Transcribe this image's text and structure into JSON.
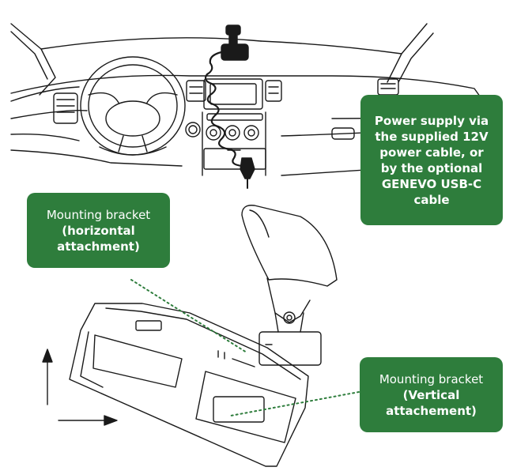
{
  "callouts": {
    "power_supply": {
      "lines": [
        "Power supply via",
        "the supplied 12V",
        "power cable, or",
        "by the optional",
        "GENEVO USB-C",
        "cable"
      ]
    },
    "horizontal_bracket": {
      "title": "Mounting bracket",
      "detail_lines": [
        "(horizontal",
        "attachment)"
      ]
    },
    "vertical_bracket": {
      "title": "Mounting bracket",
      "detail_lines": [
        "(Vertical",
        "attachement)"
      ]
    }
  },
  "colors": {
    "callout_background": "#2e7d3c",
    "callout_text": "#ffffff",
    "line_art": "#1a1a1a",
    "leader_line": "#2e7d3c"
  },
  "icons": [
    "steering-wheel-icon",
    "dash-camera-icon",
    "suction-mount-icon",
    "arrow-up-icon",
    "arrow-right-icon"
  ]
}
